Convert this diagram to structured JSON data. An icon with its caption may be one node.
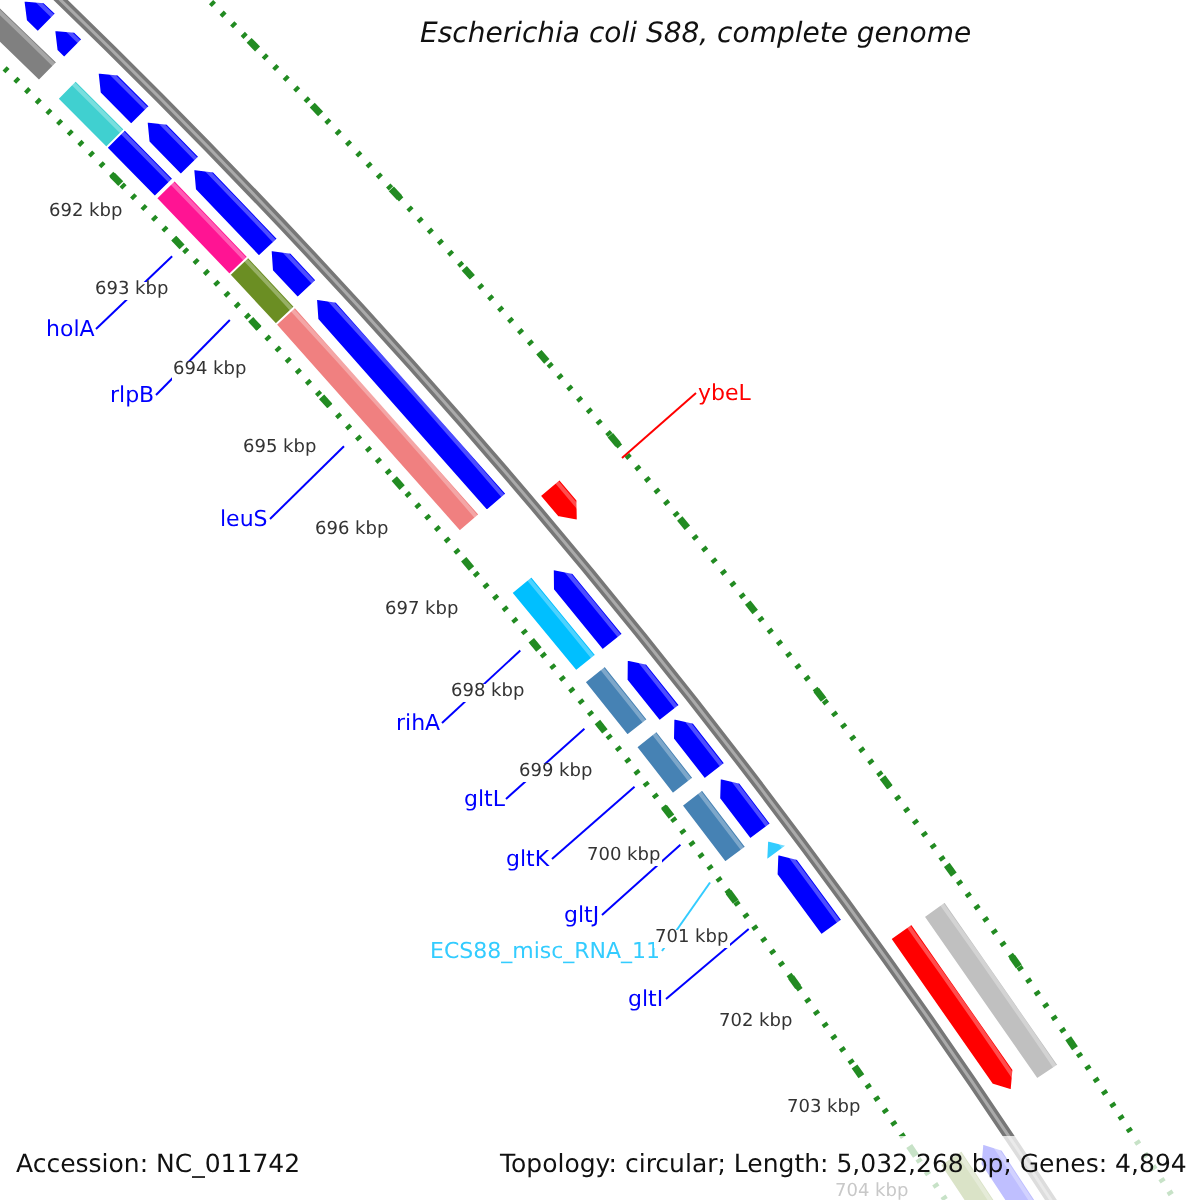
{
  "diagram": {
    "title": "Escherichia coli S88, complete genome",
    "nodes": [
      {
        "text": [
          "holA"
        ]
      },
      {
        "text": [
          "ybeL"
        ]
      },
      {
        "text": [
          "rlpB"
        ]
      },
      {
        "text": [
          "leuS"
        ]
      },
      {
        "text": [
          "rihA"
        ]
      },
      {
        "text": [
          "gltL"
        ]
      },
      {
        "text": [
          "gltK"
        ]
      },
      {
        "text": [
          "gltJ"
        ]
      },
      {
        "text": [
          "ECS88_misc_RNA_11"
        ]
      },
      {
        "text": [
          "gltI"
        ]
      }
    ],
    "edges": [
      {
        "from": 0,
        "to": null,
        "arrow": "none"
      },
      {
        "from": 1,
        "to": null,
        "arrow": "none",
        "color": "#ff0000"
      },
      {
        "from": 2,
        "to": null,
        "arrow": "none"
      },
      {
        "from": 3,
        "to": null,
        "arrow": "none"
      },
      {
        "from": 4,
        "to": null,
        "arrow": "none"
      },
      {
        "from": 5,
        "to": null,
        "arrow": "none"
      },
      {
        "from": 6,
        "to": null,
        "arrow": "none"
      },
      {
        "from": 7,
        "to": null,
        "arrow": "none"
      },
      {
        "from": 8,
        "to": null,
        "arrow": "none",
        "color": "#33ccff"
      },
      {
        "from": 9,
        "to": null,
        "arrow": "none"
      }
    ],
    "labels": [
      "692 kbp",
      "693 kbp",
      "694 kbp",
      "695 kbp",
      "696 kbp",
      "697 kbp",
      "698 kbp",
      "699 kbp",
      "700 kbp",
      "701 kbp",
      "702 kbp",
      "703 kbp",
      "704 kbp",
      "Accession: NC_011742",
      "Topology: circular; Length: 5,032,268 bp; Genes: 4,894"
    ]
  }
}
